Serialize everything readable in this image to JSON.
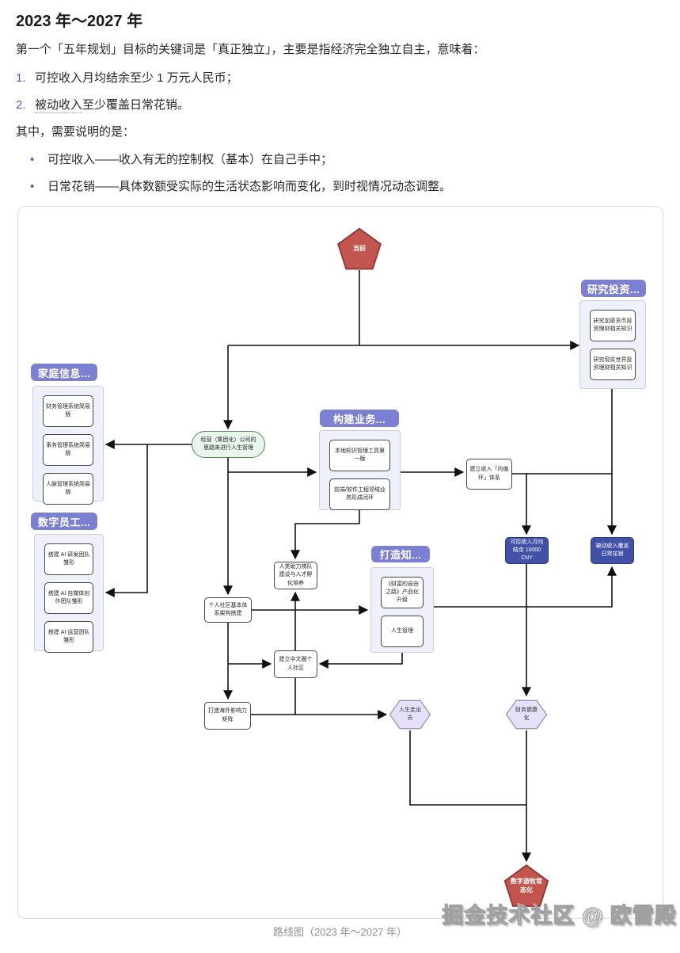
{
  "article": {
    "title": "2023 年～2027 年",
    "paragraph1": "第一个「五年规划」目标的关键词是「真正独立」，主要是指经济完全独立自主，意味着：",
    "list": {
      "items": [
        {
          "marker": "1.",
          "text": "可控收入月均结余至少 1 万元人民币；"
        },
        {
          "marker": "2.",
          "underlined": "被动收入",
          "rest": "至少覆盖日常花销。"
        }
      ]
    },
    "paragraph2": "其中，需要说明的是：",
    "bullet_glyph": "•",
    "bullets": [
      "可控收入——收入有无的控制权（基本）在自己手中；",
      "日常花销——具体数额受实际的生活状态影响而变化，到时视情况动态调整。"
    ],
    "caption": "路线图（2023 年～2027 年）",
    "watermark": "掘金技术社区 @ 欧雷殿"
  },
  "diagram": {
    "groups": {
      "research": {
        "label": "研究投资...",
        "items": [
          "研究加密货币投资理财相关知识",
          "研究现实世界投资理财相关知识"
        ]
      },
      "family": {
        "label": "家庭信息...",
        "items": [
          "财务管理系统简易版",
          "事务管理系统简易版",
          "人脉管理系统简易版"
        ]
      },
      "digital": {
        "label": "数字员工...",
        "items": [
          "搭建 AI 研发团队雏形",
          "搭建 AI 自媒体创作团队雏形",
          "搭建 AI 运营团队雏形"
        ]
      },
      "business": {
        "label": "构建业务...",
        "items": [
          "本地知识管理工具第一版",
          "前端/软件工程领域业务形成闭环"
        ]
      },
      "knowledge": {
        "label": "打造知...",
        "items": [
          "《财富的自由之路》产品化升级",
          "人生管理"
        ]
      }
    },
    "nodes": {
      "current": "当前",
      "life_mgmt": "经营（集团化）公司的思路来进行人生管理",
      "income_loop": "建立收入「内循环」体系",
      "controlled_income": "可控收入月均结余 10000 CNY",
      "passive_income": "被动收入覆盖日常花销",
      "talent": "人类助力梯队建设与人才孵化培养",
      "community_base": "个人社区基本体系架构搭建",
      "chinese_community": "建立中文圈个人社区",
      "overseas_influence": "打造海外影响力矩阵",
      "go_global": "人生走出去",
      "financial_health": "财务健康化",
      "digital_nomad": "数字游牧常态化"
    },
    "colors": {
      "badge_purple": "#7c80d3",
      "panel_bg": "#eef0fa",
      "dark_blue": "#4251a8",
      "pentagon_red": "#c2564f",
      "stadium_green_bg": "#e9f6ec",
      "hexagon_lavender": "#e6e0f8",
      "list_marker_indigo": "#4f56d6"
    }
  }
}
